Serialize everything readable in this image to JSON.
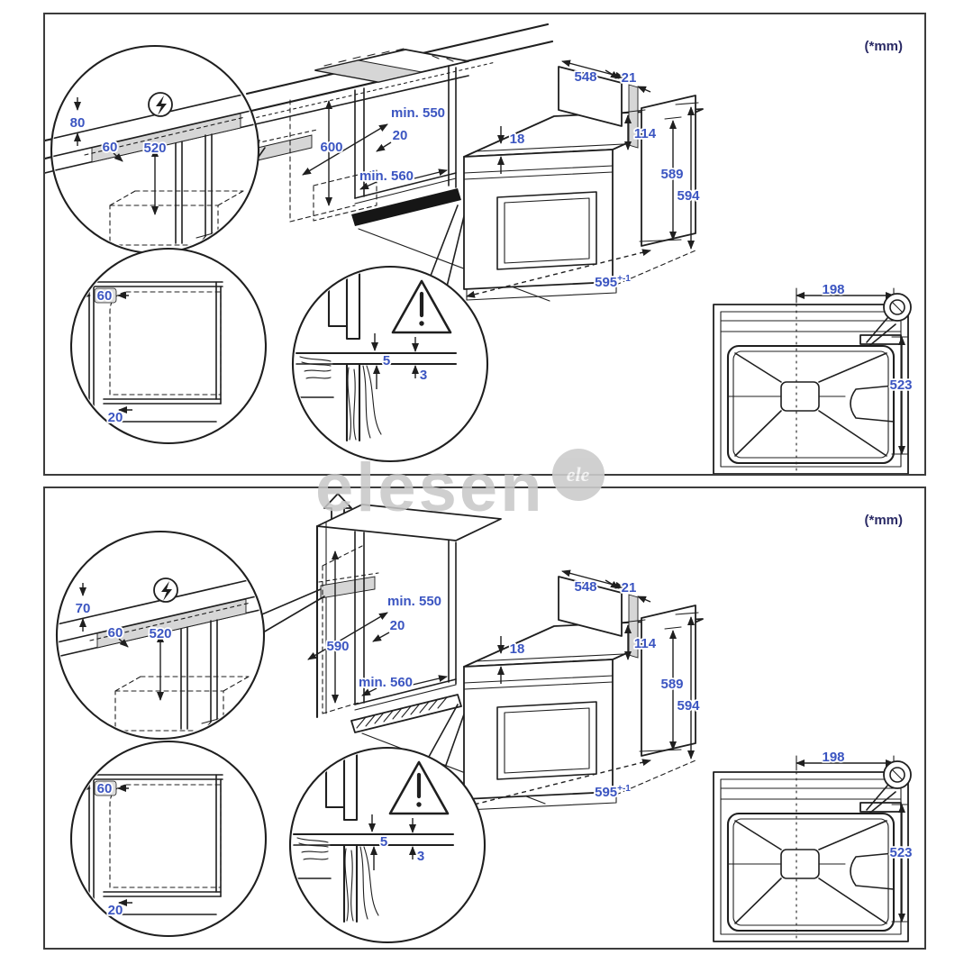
{
  "units_label": "(*mm)",
  "watermark": {
    "text": "elesen",
    "badge": "ele"
  },
  "colors": {
    "dim_text": "#3b55c1",
    "line": "#1f1f1f",
    "shade": "#d6d6d6",
    "highlight_box": "#dcdcdc",
    "watermark": "#c7c7c7"
  },
  "shared": {
    "oven": {
      "back_width": "548",
      "rear_gap": "21",
      "top_recess": "18",
      "rear_panel_height": "114",
      "height": "589",
      "height_max": "594",
      "front_width": "595",
      "front_width_tolerance": "+-1"
    },
    "corner_detail": {
      "side_gap": "60",
      "depth": "520"
    },
    "cabinet_detail": {
      "corner_clearance": "60",
      "plinth_recess": "20"
    },
    "trim_detail": {
      "gap_above": "5",
      "gap_below": "3"
    },
    "rear_view": {
      "bracket_offset": "198",
      "depth": "523"
    }
  },
  "panel_top": {
    "top_gap": "80",
    "niche": {
      "height": "600",
      "min_depth": "min. 550",
      "front_gap": "20",
      "min_width": "min. 560"
    }
  },
  "panel_bottom": {
    "top_gap": "70",
    "niche": {
      "height": "590",
      "min_depth": "min. 550",
      "front_gap": "20",
      "min_width": "min. 560"
    }
  }
}
